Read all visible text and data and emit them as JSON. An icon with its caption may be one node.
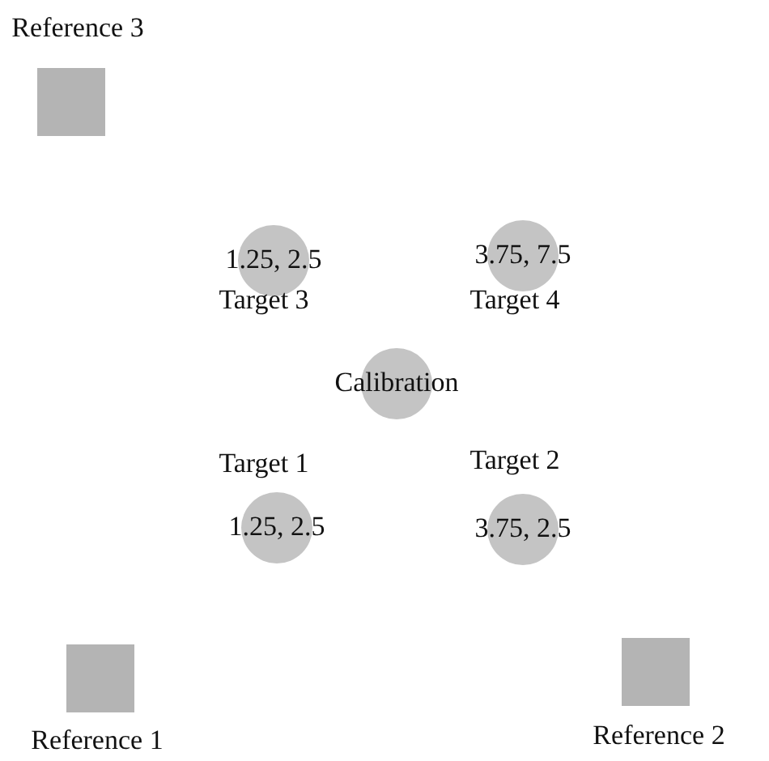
{
  "diagram": {
    "nodes": [
      {
        "text": [],
        "shape": "box",
        "beside": [
          "Reference 3"
        ]
      },
      {
        "text": [
          "1.25, 2.5"
        ],
        "beside": [
          "Target 3"
        ]
      },
      {
        "text": [
          "3.75, 7.5"
        ],
        "beside": [
          "Target 4"
        ]
      },
      {
        "text": [
          "Calibration"
        ]
      },
      {
        "text": [
          "1.25, 2.5"
        ],
        "beside": [
          "Target 1"
        ]
      },
      {
        "text": [
          "3.75, 2.5"
        ],
        "beside": [
          "Target 2"
        ]
      },
      {
        "text": [],
        "shape": "box",
        "beside": [
          "Reference 1"
        ]
      },
      {
        "text": [],
        "shape": "box",
        "beside": [
          "Reference 2"
        ]
      }
    ]
  }
}
